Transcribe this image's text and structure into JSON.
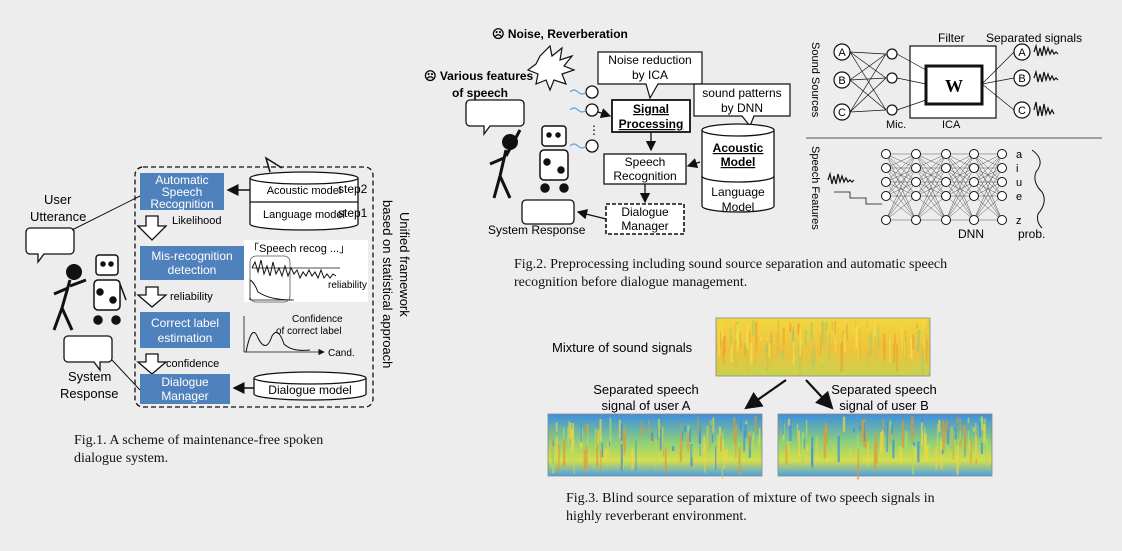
{
  "fig1": {
    "user_utterance_line1": "User",
    "user_utterance_line2": "Utterance",
    "system_response_line1": "System",
    "system_response_line2": "Response",
    "asr_line1": "Automatic",
    "asr_line2": "Speech",
    "asr_line3": "Recognition",
    "likelihood": "Likelihood",
    "misrec_line1": "Mis-recognition",
    "misrec_line2": "detection",
    "reliability": "reliability",
    "correct_line1": "Correct label",
    "correct_line2": "estimation",
    "confidence": "confidence",
    "dm_line1": "Dialogue",
    "dm_line2": "Manager",
    "acoustic_model": "Acoustic model",
    "language_model": "Language model",
    "step2": "step2",
    "step1": "step1",
    "speech_recog": "「Speech  recog ...」",
    "reliability_axis": "reliability",
    "confidence_label_line1": "Confidence",
    "confidence_label_line2": "of correct label",
    "cand": "Cand.",
    "dialogue_model": "Dialogue model",
    "framework_line1": "Unified framework",
    "framework_line2": "based on statistical approach",
    "caption_line1": "Fig.1. A scheme of maintenance-free spoken",
    "caption_line2": "dialogue system."
  },
  "fig2": {
    "noise_reverb": "☹ Noise, Reverberation",
    "various_line1": "☹ Various features",
    "various_line2": "of speech",
    "noise_reduction_line1": "Noise reduction",
    "noise_reduction_line2": "by ICA",
    "sound_patterns_line1": "sound patterns",
    "sound_patterns_line2": "by DNN",
    "signal_line1": "Signal",
    "signal_line2": "Processing",
    "acoustic_line1": "Acoustic",
    "acoustic_line2": "Model",
    "language_line1": "Language",
    "language_line2": "Model",
    "speech_recog_line1": "Speech",
    "speech_recog_line2": "Recognition",
    "dialogue_line1": "Dialogue",
    "dialogue_line2": "Manager",
    "system_response": "System Response",
    "sound_sources": "Sound Sources",
    "filter": "Filter",
    "separated_signals": "Separated signals",
    "w": "W",
    "mic": "Mic.",
    "ica": "ICA",
    "src_a": "A",
    "src_b": "B",
    "src_c": "C",
    "speech_features": "Speech Features",
    "dnn": "DNN",
    "prob": "prob.",
    "out_a": "a",
    "out_i": "i",
    "out_u": "u",
    "out_e": "e",
    "out_z": "z",
    "caption_line1": "Fig.2. Preprocessing including sound source separation and automatic speech",
    "caption_line2": "recognition before dialogue management."
  },
  "fig3": {
    "mixture": "Mixture of sound signals",
    "sep_a_line1": "Separated speech",
    "sep_a_line2": "signal of user A",
    "sep_b_line1": "Separated speech",
    "sep_b_line2": "signal of user B",
    "caption_line1": "Fig.3. Blind source separation of mixture of two speech signals in",
    "caption_line2": "highly reverberant environment."
  },
  "colors": {
    "module_blue": "#4f81bd",
    "background": "#ededed",
    "spectrogram_bg": "#e5d23a",
    "spectrogram_low": "#4fa0e0"
  }
}
